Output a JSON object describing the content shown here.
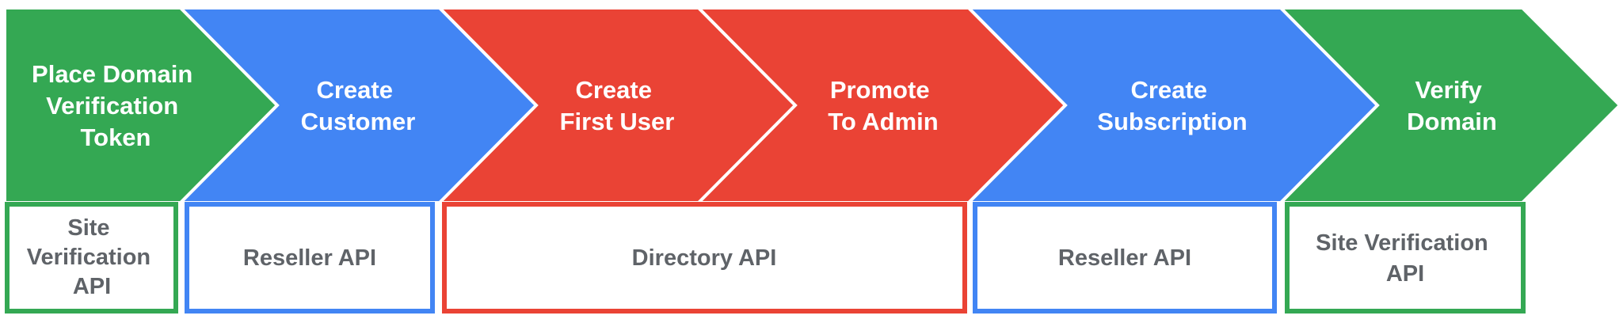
{
  "colors": {
    "green": "#34a853",
    "blue": "#4285f4",
    "red": "#ea4335",
    "api_text": "#5f6368",
    "step_text": "#ffffff"
  },
  "steps": [
    {
      "label_lines": [
        "Place Domain",
        "Verification",
        "Token"
      ],
      "color": "#34a853"
    },
    {
      "label_lines": [
        "Create",
        "Customer"
      ],
      "color": "#4285f4"
    },
    {
      "label_lines": [
        "Create",
        "First User"
      ],
      "color": "#ea4335"
    },
    {
      "label_lines": [
        "Promote",
        "To Admin"
      ],
      "color": "#ea4335"
    },
    {
      "label_lines": [
        "Create",
        "Subscription"
      ],
      "color": "#4285f4"
    },
    {
      "label_lines": [
        "Verify",
        "Domain"
      ],
      "color": "#34a853"
    }
  ],
  "apis": [
    {
      "label_lines": [
        "Site",
        "Verification",
        "API"
      ],
      "color": "#34a853"
    },
    {
      "label_lines": [
        "Reseller API"
      ],
      "color": "#4285f4"
    },
    {
      "label_lines": [
        "Directory API"
      ],
      "color": "#ea4335"
    },
    {
      "label_lines": [
        "Reseller API"
      ],
      "color": "#4285f4"
    },
    {
      "label_lines": [
        "Site Verification",
        "API"
      ],
      "color": "#34a853"
    }
  ]
}
